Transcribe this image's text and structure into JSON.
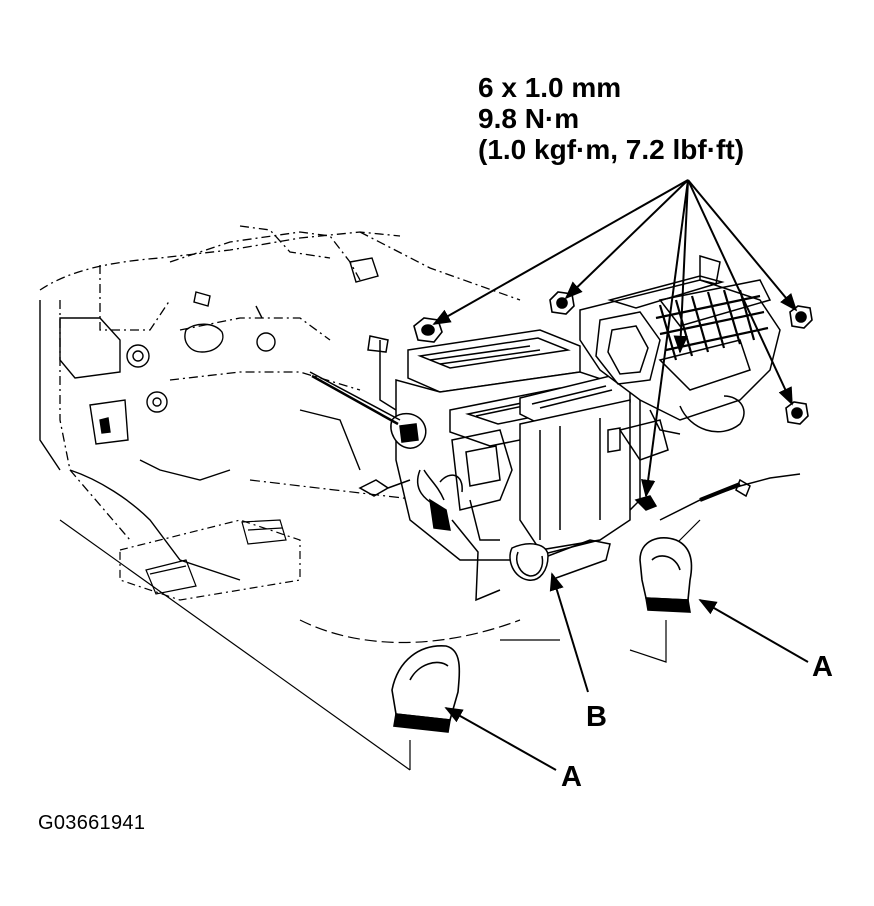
{
  "spec": {
    "line1": "6 x 1.0 mm",
    "line2": "9.8 N·m",
    "line3": "(1.0 kgf·m, 7.2 lbf·ft)"
  },
  "callouts": {
    "a_right": "A",
    "a_left": "A",
    "b": "B"
  },
  "figure_id": "G03661941"
}
